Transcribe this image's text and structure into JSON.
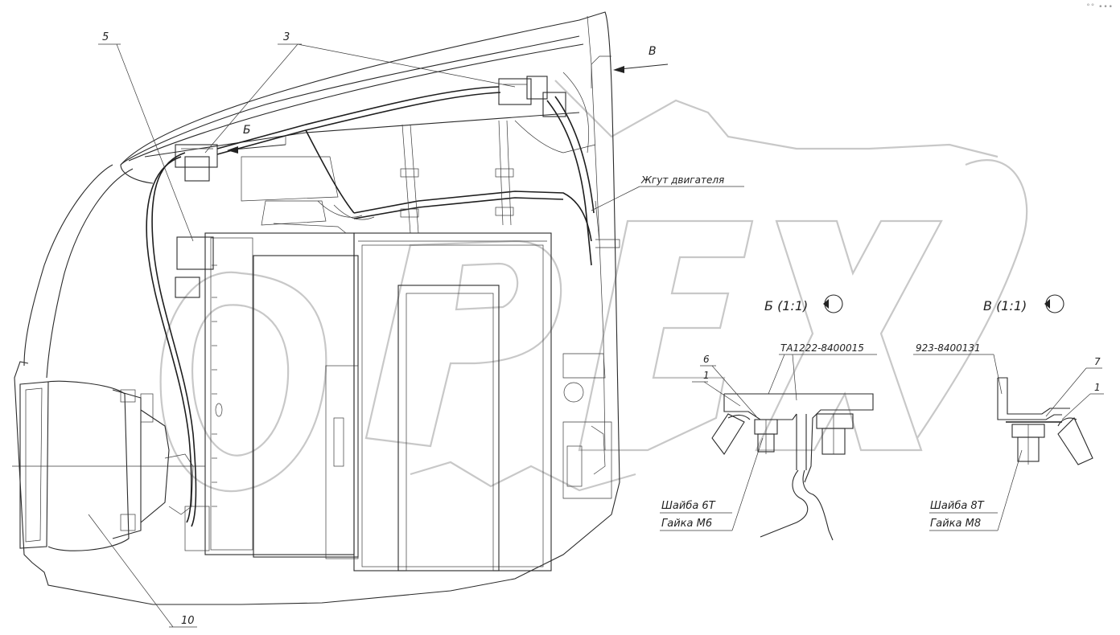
{
  "corner_icon": "°° •••",
  "watermark": "OPEX",
  "labels": {
    "callout_5": "5",
    "callout_3": "3",
    "callout_10": "10",
    "arrow_b": "Б",
    "arrow_v": "В",
    "harness": "Жгут двигателя",
    "view_b": "Б (1:1)",
    "view_v": "В (1:1)",
    "part_b": "ТА1222-8400015",
    "part_v": "923-8400131",
    "detail_b_6": "6",
    "detail_b_1": "1",
    "detail_v_7": "7",
    "detail_v_1": "1",
    "washer_6": "Шайба 6Т",
    "nut_m6": "Гайка М6",
    "washer_8": "Шайба 8Т",
    "nut_m8": "Гайка М8"
  }
}
